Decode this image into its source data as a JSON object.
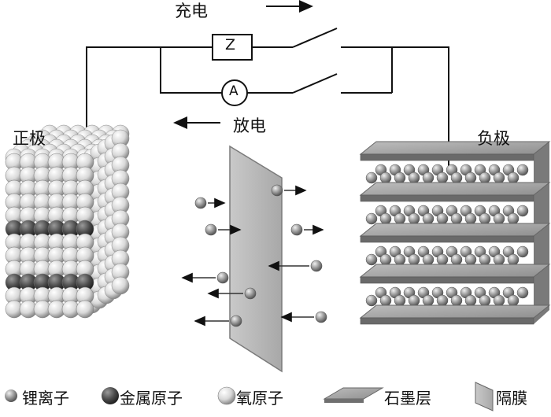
{
  "labels": {
    "charge": "充电",
    "discharge": "放电",
    "positive": "正极",
    "negative": "负极",
    "impedance": "Z",
    "ammeter": "A"
  },
  "legend": [
    {
      "key": "li",
      "label": "锂离子"
    },
    {
      "key": "metal",
      "label": "金属原子"
    },
    {
      "key": "oxygen",
      "label": "氧原子"
    },
    {
      "key": "graphite",
      "label": "石墨层"
    },
    {
      "key": "separator",
      "label": "隔膜"
    }
  ],
  "colors": {
    "line": "#111111",
    "oxygen": "#d9d9d9",
    "metal": "#555555",
    "lithium": "#9a9a9a",
    "graphite": "#8c8c8c",
    "separator": "#b8b8b8"
  }
}
